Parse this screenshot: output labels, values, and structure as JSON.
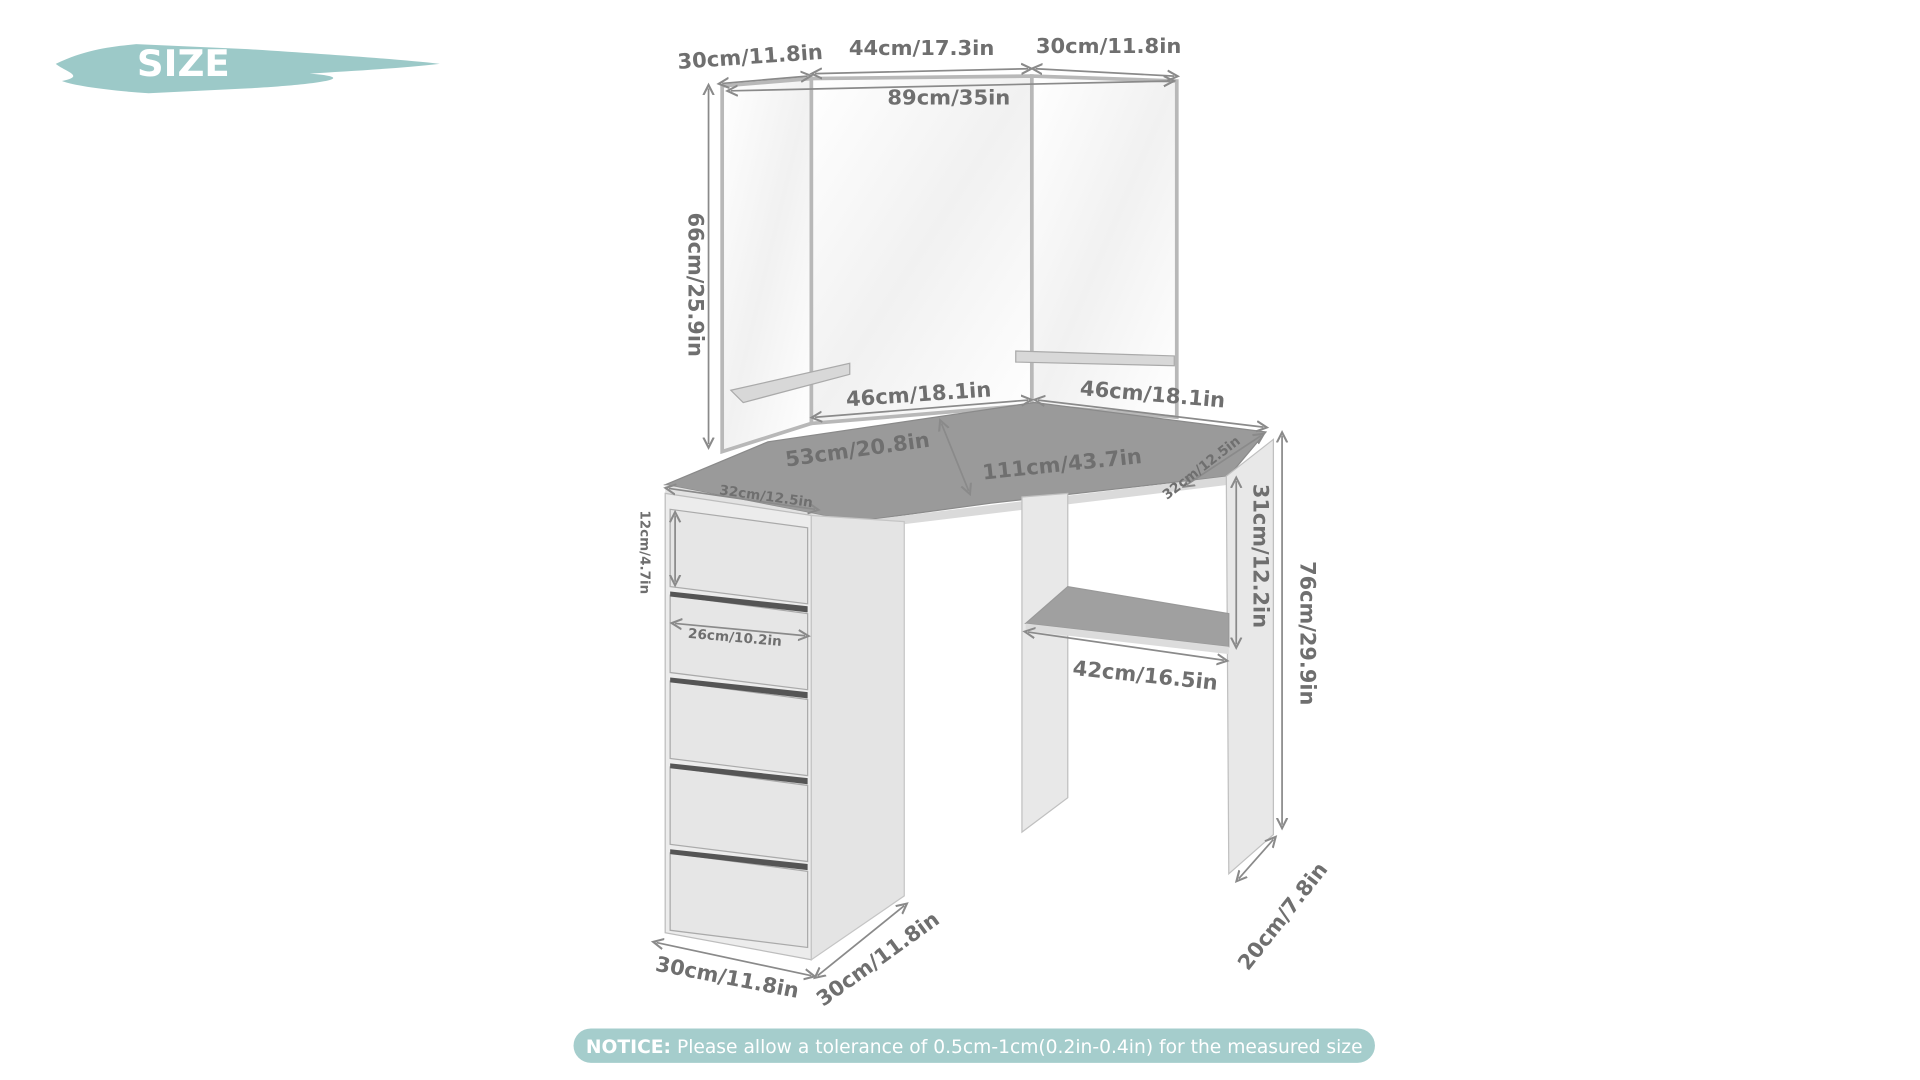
{
  "badge": {
    "label": "SIZE",
    "color": "#9cc9c8"
  },
  "dimensions": {
    "mirror_left_width": "30cm/11.8in",
    "mirror_center_width": "44cm/17.3in",
    "mirror_right_width": "30cm/11.8in",
    "mirror_total_width": "89cm/35in",
    "mirror_height": "66cm/25.9in",
    "top_left_edge": "46cm/18.1in",
    "top_right_edge": "46cm/18.1in",
    "top_depth": "53cm/20.8in",
    "top_front_width": "111cm/43.7in",
    "top_left_side": "32cm/12.5in",
    "top_right_side": "32cm/12.5in",
    "drawer_height": "12cm/4.7in",
    "drawer_width": "26cm/10.2in",
    "shelf_height": "31cm/12.2in",
    "shelf_width": "42cm/16.5in",
    "total_height": "76cm/29.9in",
    "leg_depth": "20cm/7.8in",
    "cabinet_width": "30cm/11.8in",
    "cabinet_depth": "30cm/11.8in"
  },
  "notice": {
    "label": "NOTICE:",
    "text": "Please allow a tolerance of 0.5cm-1cm(0.2in-0.4in) for the measured size",
    "color": "#a5cdcc"
  }
}
